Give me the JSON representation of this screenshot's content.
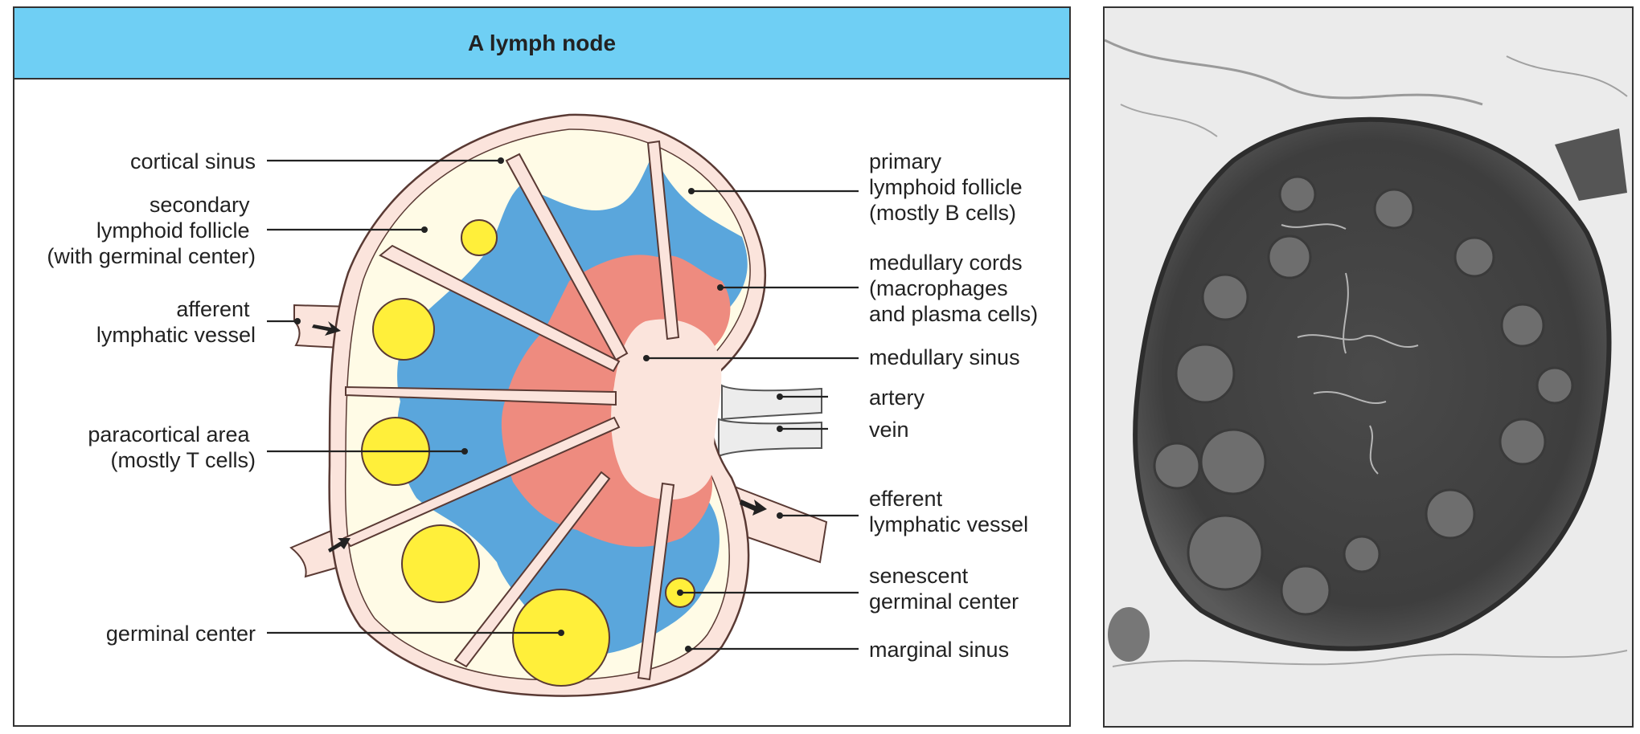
{
  "title": "A lymph node",
  "labels": {
    "cortical_sinus": "cortical sinus",
    "secondary_follicle": [
      "secondary",
      "lymphoid follicle",
      "(with germinal center)"
    ],
    "afferent_vessel": [
      "afferent",
      "lymphatic vessel"
    ],
    "paracortical_area": [
      "paracortical area",
      "(mostly T cells)"
    ],
    "germinal_center": "germinal center",
    "primary_follicle": [
      "primary",
      "lymphoid follicle",
      "(mostly B cells)"
    ],
    "medullary_cords": [
      "medullary cords",
      "(macrophages",
      "and plasma cells)"
    ],
    "medullary_sinus": "medullary sinus",
    "artery": "artery",
    "vein": "vein",
    "efferent_vessel": [
      "efferent",
      "lymphatic vessel"
    ],
    "senescent_center": [
      "senescent",
      "germinal center"
    ],
    "marginal_sinus": "marginal sinus"
  },
  "colors": {
    "header": "#6fcff4",
    "capsule": "#fbe4dc",
    "outline": "#5a3a34",
    "follicle_zone": "#fffbe6",
    "paracortex": "#5aa6dc",
    "medullary_cords": "#ee8b7f",
    "germinal_center": "#ffef3a",
    "vessel": "#ececec"
  }
}
